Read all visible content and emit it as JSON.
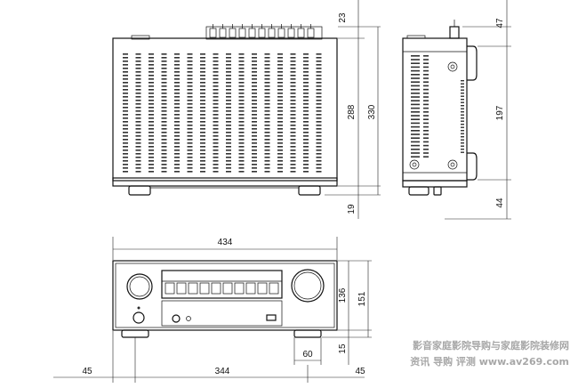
{
  "top_view": {
    "dims": {
      "terminals_height": "23",
      "body_depth": "288",
      "total_depth": "330",
      "feet_depth": "19"
    }
  },
  "side_view": {
    "dims": {
      "top_section": "47",
      "middle_section": "197",
      "bottom_section": "44"
    }
  },
  "front_view": {
    "dims": {
      "width": "434",
      "height": "151",
      "body_height": "136",
      "feet_height": "15",
      "foot_width": "60",
      "left_offset": "45",
      "foot_spacing": "344",
      "right_offset": "45"
    }
  },
  "watermark": {
    "line1": "影音家庭影院导购与家庭影院装修网",
    "line2": "资讯  导购  评测   www.av269.com"
  },
  "colors": {
    "line": "#111111",
    "background": "#ffffff",
    "watermark": "#8a8a8a"
  }
}
